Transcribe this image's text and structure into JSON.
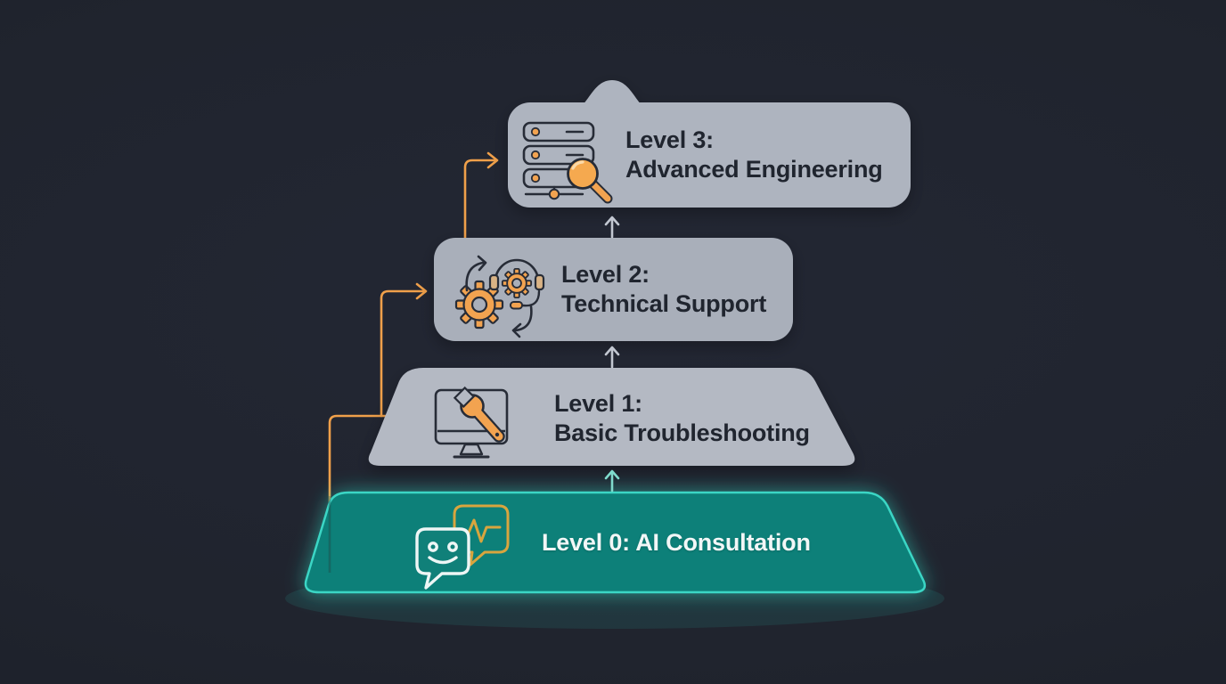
{
  "diagram": {
    "description": "Support escalation pyramid",
    "levels": [
      {
        "id": "level-3",
        "title": "Level 3:",
        "subtitle": "Advanced Engineering",
        "icon": "server-rack-magnifier-icon"
      },
      {
        "id": "level-2",
        "title": "Level 2:",
        "subtitle": "Technical Support",
        "icon": "gears-headset-icon"
      },
      {
        "id": "level-1",
        "title": "Level 1:",
        "subtitle": "Basic Troubleshooting",
        "icon": "monitor-wrench-icon"
      },
      {
        "id": "level-0",
        "title": "Level 0: AI Consultation",
        "subtitle": "",
        "icon": "chat-bubbles-pulse-icon"
      }
    ],
    "flow": {
      "escalation_path": [
        "Level 0",
        "Level 1",
        "Level 2",
        "Level 3"
      ]
    },
    "colors": {
      "background": "#20242e",
      "tier_gray_top": "#aeb4bf",
      "tier_gray_mid": "#a9afba",
      "tier_gray_base": "#b4b9c3",
      "tier_teal_fill": "#108079",
      "tier_teal_border": "#3bd6c5",
      "connector_orange": "#f0a04a",
      "icon_outline": "#272c37",
      "up_arrow_gray": "#c2c7d1",
      "up_arrow_teal": "#7fdacc",
      "dark_text": "#20252f",
      "light_text": "#f2f7f7"
    }
  }
}
